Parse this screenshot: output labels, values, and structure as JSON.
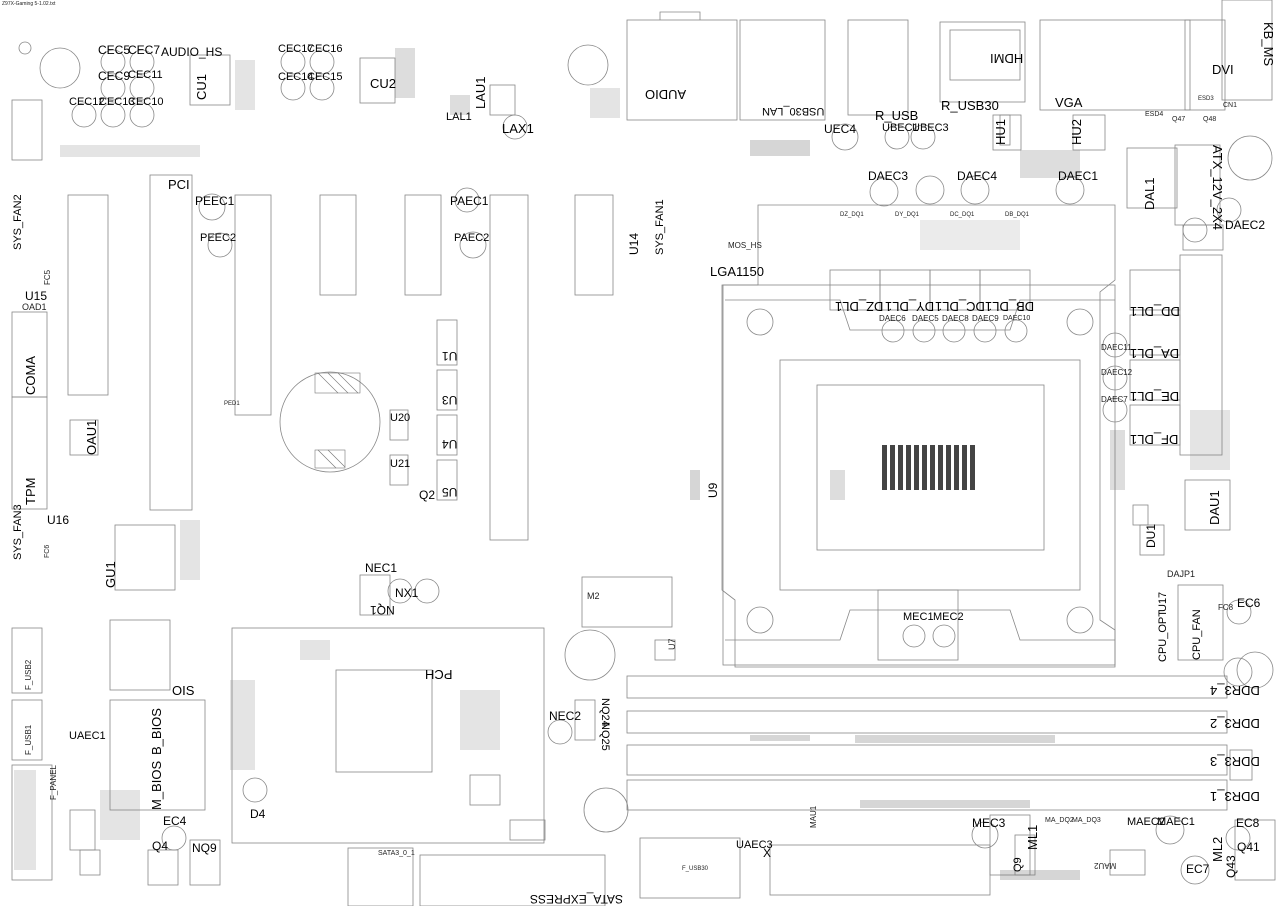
{
  "file_title": "Z97X-Gaming 5-1.02.txt",
  "components": {
    "cec5": "CEC5",
    "cec7": "CEC7",
    "audio_hs": "AUDIO_HS",
    "cec9": "CEC9",
    "cec11": "CEC11",
    "cec12": "CEC12",
    "cec13": "CEC13",
    "cec10": "CEC10",
    "cec17": "CEC17",
    "cec16": "CEC16",
    "cec14": "CEC14",
    "cec15": "CEC15",
    "cu1": "CU1",
    "cu2": "CU2",
    "lau1": "LAU1",
    "lax1": "LAX1",
    "lal1": "LAL1",
    "audio": "AUDIO",
    "usb30_lan": "USB30_LAN",
    "r_usb": "R_USB",
    "r_usb30": "R_USB30",
    "hdmi": "HDMI",
    "vga": "VGA",
    "dvi": "DVI",
    "kb_ms": "KB_MS",
    "uec4": "UEC4",
    "ubec1": "UBEC1",
    "ubec3": "UBEC3",
    "hu1": "HU1",
    "hu2": "HU2",
    "esd4": "ESD4",
    "esd3": "ESD3",
    "cn1": "CN1",
    "q47": "Q47",
    "q48": "Q48",
    "atx_12v_2x4": "ATX_12V_2X4",
    "dal1": "DAL1",
    "daec1": "DAEC1",
    "daec2": "DAEC2",
    "daec3": "DAEC3",
    "daec4": "DAEC4",
    "mos_hs": "MOS_HS",
    "lga1150": "LGA1150",
    "dz_dl1": "DZ_DL1",
    "dy_dl1": "DY_DL1",
    "dc_dl1": "DC_DL1",
    "db_dl1": "DB_DL1",
    "daec6": "DAEC6",
    "daec5": "DAEC5",
    "daec8": "DAEC8",
    "daec9": "DAEC9",
    "daec10": "DAEC10",
    "dd_dl1": "DD_DL1",
    "da_dl1": "DA_DL1",
    "de_dl1": "DE_DL1",
    "df_dl1": "DF_DL1",
    "daec11": "DAEC11",
    "daec12": "DAEC12",
    "daec7": "DAEC7",
    "dau1": "DAU1",
    "du1": "DU1",
    "dajp1": "DAJP1",
    "u17": "U17",
    "fc8": "FC8",
    "ec6": "EC6",
    "cpu_opt": "CPU_OPT",
    "cpu_fan": "CPU_FAN",
    "pci": "PCI",
    "peec1": "PEEC1",
    "peec2": "PEEC2",
    "paec1": "PAEC1",
    "paec2": "PAEC2",
    "u14": "U14",
    "sys_fan1": "SYS_FAN1",
    "sys_fan2": "SYS_FAN2",
    "sys_fan3": "SYS_FAN3",
    "u15": "U15",
    "oad1": "OAD1",
    "fc5": "FC5",
    "fc6": "FC6",
    "coma": "COMA",
    "oau1": "OAU1",
    "tpm": "TPM",
    "u16": "U16",
    "gu1": "GU1",
    "u1": "U1",
    "u3": "U3",
    "u4": "U4",
    "u5": "U5",
    "u20": "U20",
    "u21": "U21",
    "q2": "Q2",
    "u9": "U9",
    "nec1": "NEC1",
    "nx1": "NX1",
    "nq1": "NQ1",
    "m2": "M2",
    "u7": "U7",
    "mec1": "MEC1",
    "mec2": "MEC2",
    "ddr3_4": "DDR3_4",
    "ddr3_2": "DDR3_2",
    "ddr3_3": "DDR3_3",
    "ddr3_1": "DDR3_1",
    "pch": "PCH",
    "ois": "OIS",
    "b_bios": "B_BIOS",
    "m_bios": "M_BIOS",
    "uaec1": "UAEC1",
    "f_usb1": "F_USB1",
    "f_usb2": "F_USB2",
    "f_panel": "F_PANEL",
    "nec2": "NEC2",
    "nq24": "NQ24",
    "nq25": "NQ25",
    "ec4": "EC4",
    "q4": "Q4",
    "nq9": "NQ9",
    "d4": "D4",
    "sata3_0_1": "SATA3_0_1",
    "sata_express": "SATA_EXPRESS",
    "f_usb30": "F_USB30",
    "uaec3": "UAEC3",
    "x": "X",
    "mau1": "MAU1",
    "mec3": "MEC3",
    "ml1": "ML1",
    "q9": "Q9",
    "ma_dq2": "MA_DQ2",
    "ma_dq3": "MA_DQ3",
    "mau2": "MAU2",
    "maec2": "MAEC2",
    "maec1": "MAEC1",
    "ec7": "EC7",
    "ml2": "ML2",
    "ec8": "EC8",
    "q41": "Q41",
    "q43": "Q43",
    "ped1": "PED1",
    "dz_dq1": "DZ_DQ1",
    "dy_dq1": "DY_DQ1",
    "dc_dq1": "DC_DQ1",
    "db_dq1": "DB_DQ1"
  }
}
